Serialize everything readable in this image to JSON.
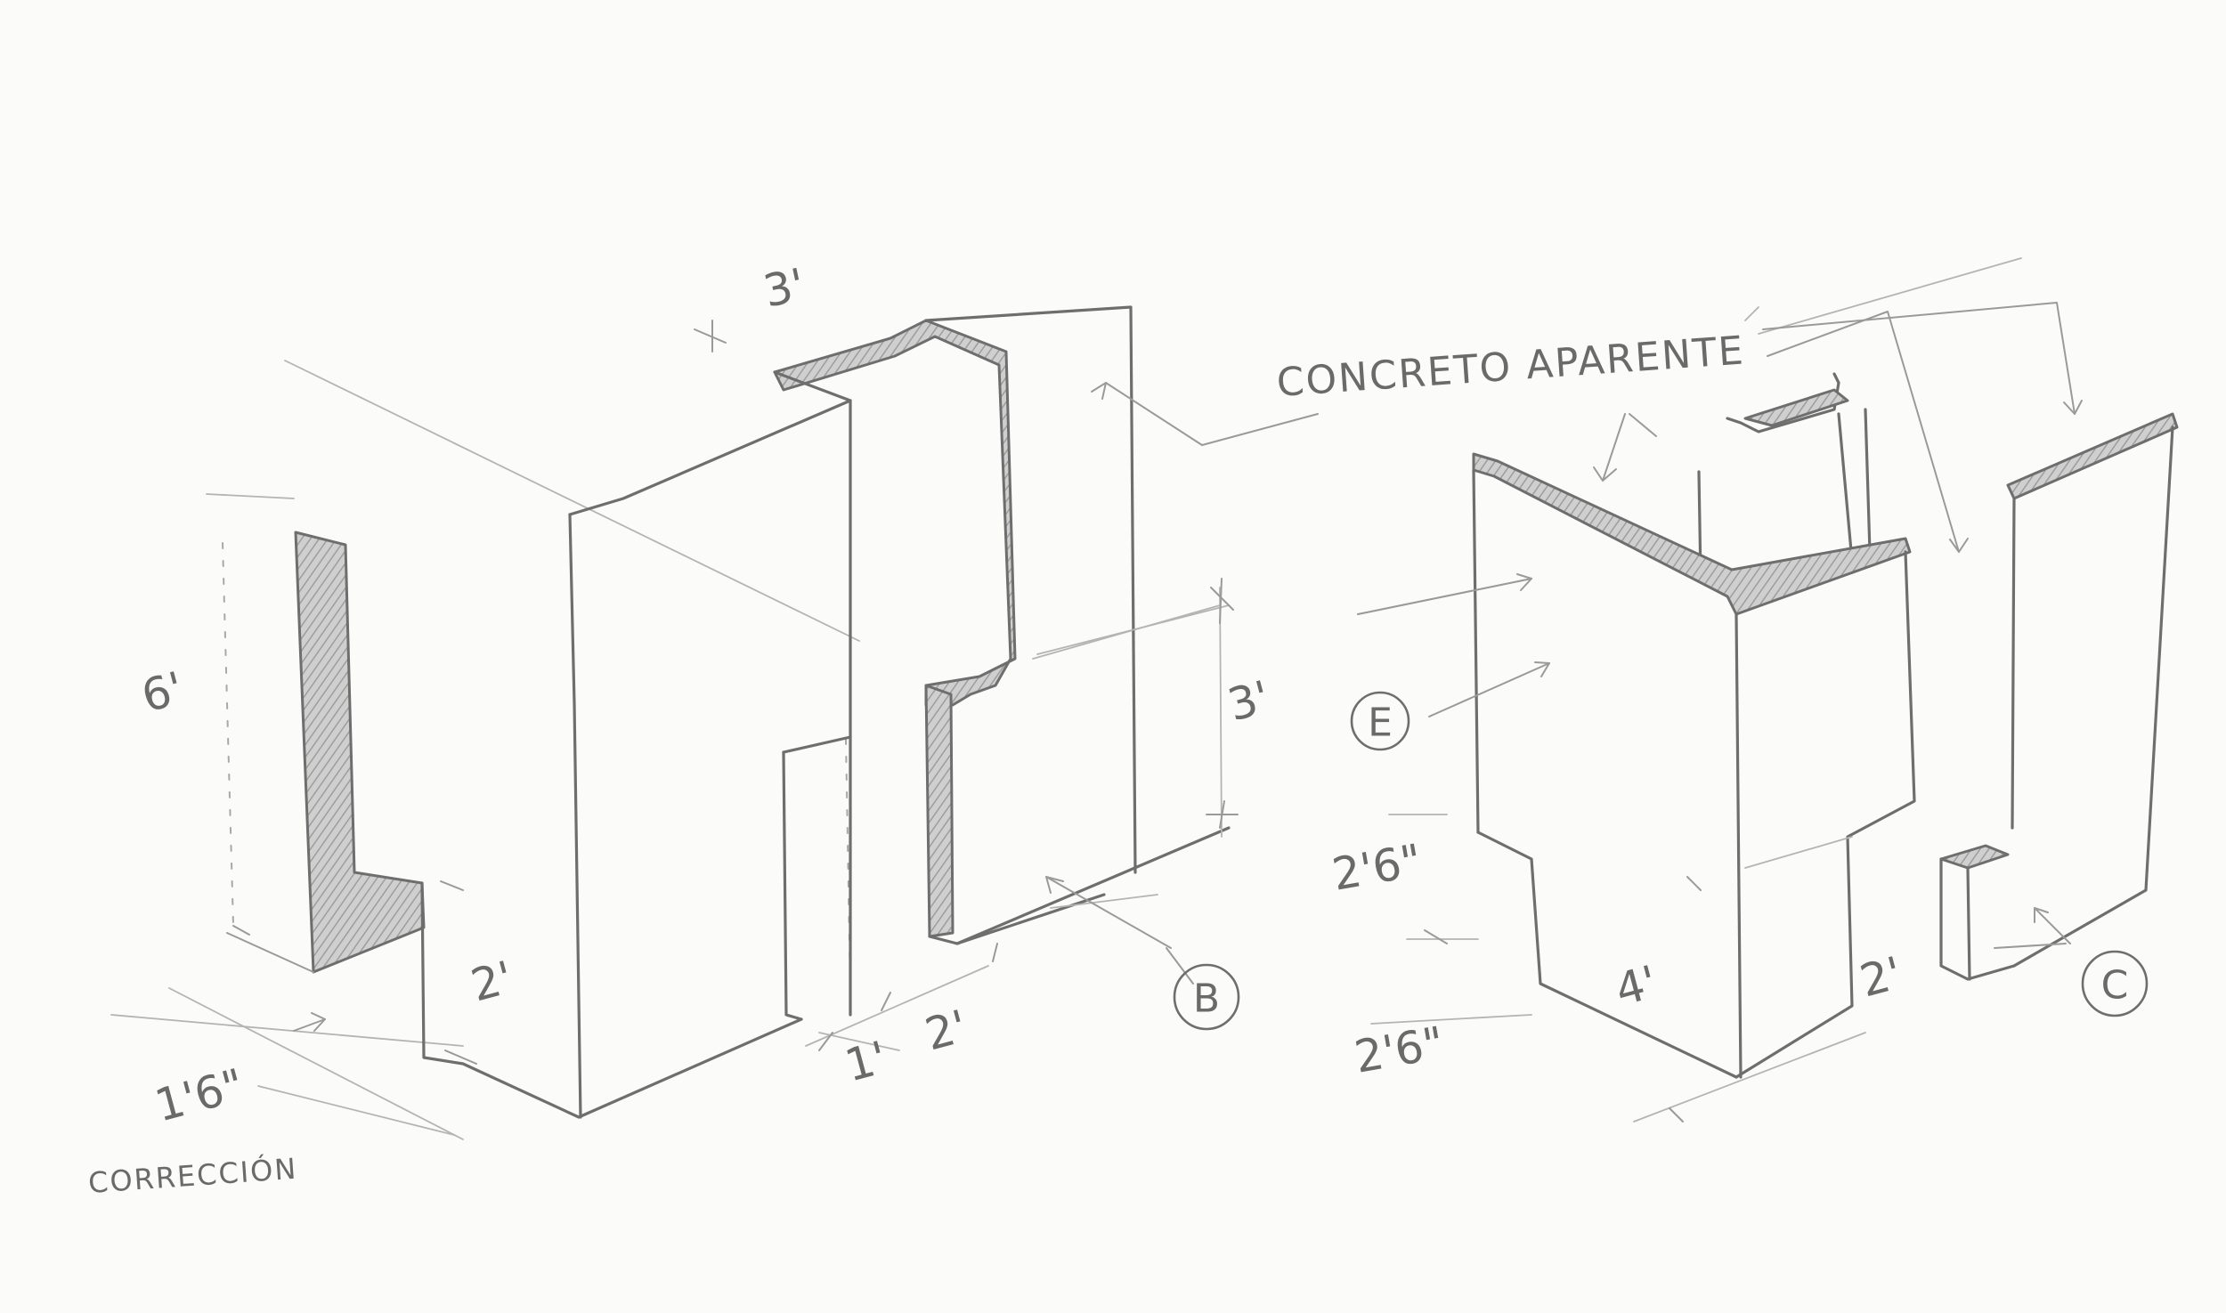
{
  "dimensions": {
    "left_height": "6'",
    "left_notch": "2'",
    "left_depth": "1'6\"",
    "mid_top": "3'",
    "mid_step": "3'",
    "mid_bottom_small": "1'",
    "mid_bottom": "2'",
    "right_step_upper": "2'6\"",
    "right_step_lower": "2'6\"",
    "right_height": "4'",
    "right_gap": "2'"
  },
  "notes": {
    "material": "CONCRETO APARENTE",
    "correction": "CORRECCIÓN"
  },
  "tags": {
    "b": "B",
    "c": "C",
    "e": "E"
  },
  "colors": {
    "pencil": "#6e6e6e",
    "paper": "#fbfbf9"
  }
}
